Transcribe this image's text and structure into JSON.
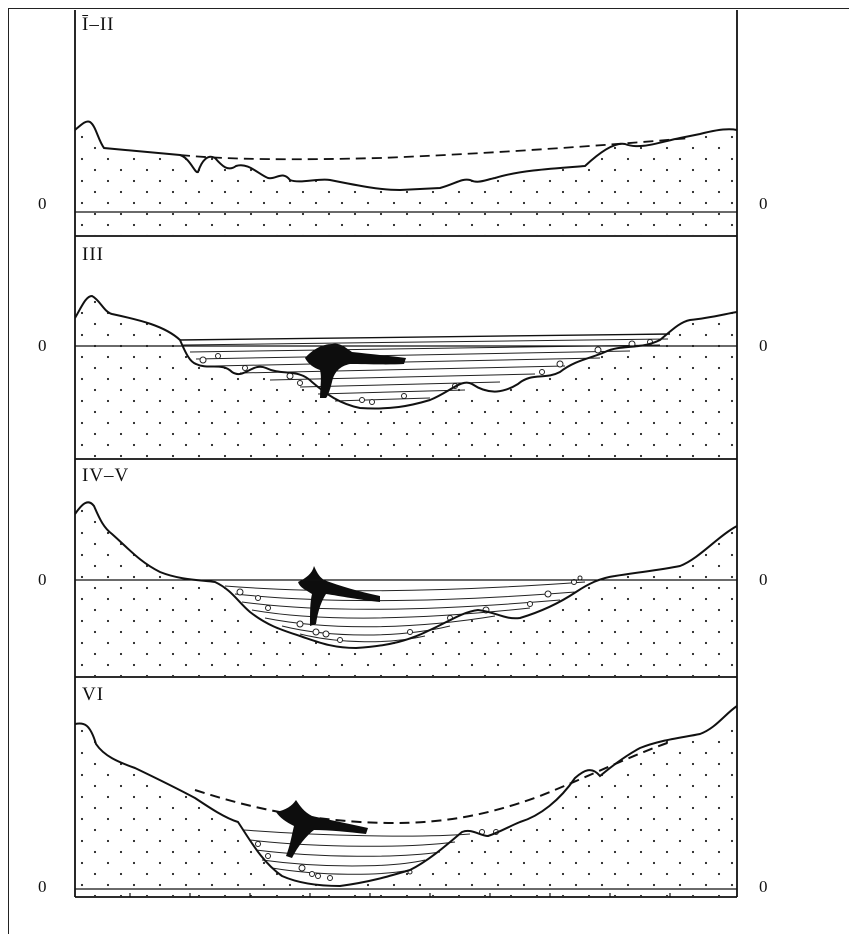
{
  "figure": {
    "panels": [
      {
        "id": "p1",
        "label": "Ī–II",
        "zero_left": "0",
        "zero_right": "0"
      },
      {
        "id": "p2",
        "label": "III",
        "zero_left": "0",
        "zero_right": "0"
      },
      {
        "id": "p3",
        "label": "IV–V",
        "zero_left": "0",
        "zero_right": "0"
      },
      {
        "id": "p4",
        "label": "VI",
        "zero_left": "0",
        "zero_right": "0"
      }
    ]
  },
  "colors": {
    "line": "#111111",
    "dots": "#222222",
    "fill": "#0d0d0d"
  }
}
